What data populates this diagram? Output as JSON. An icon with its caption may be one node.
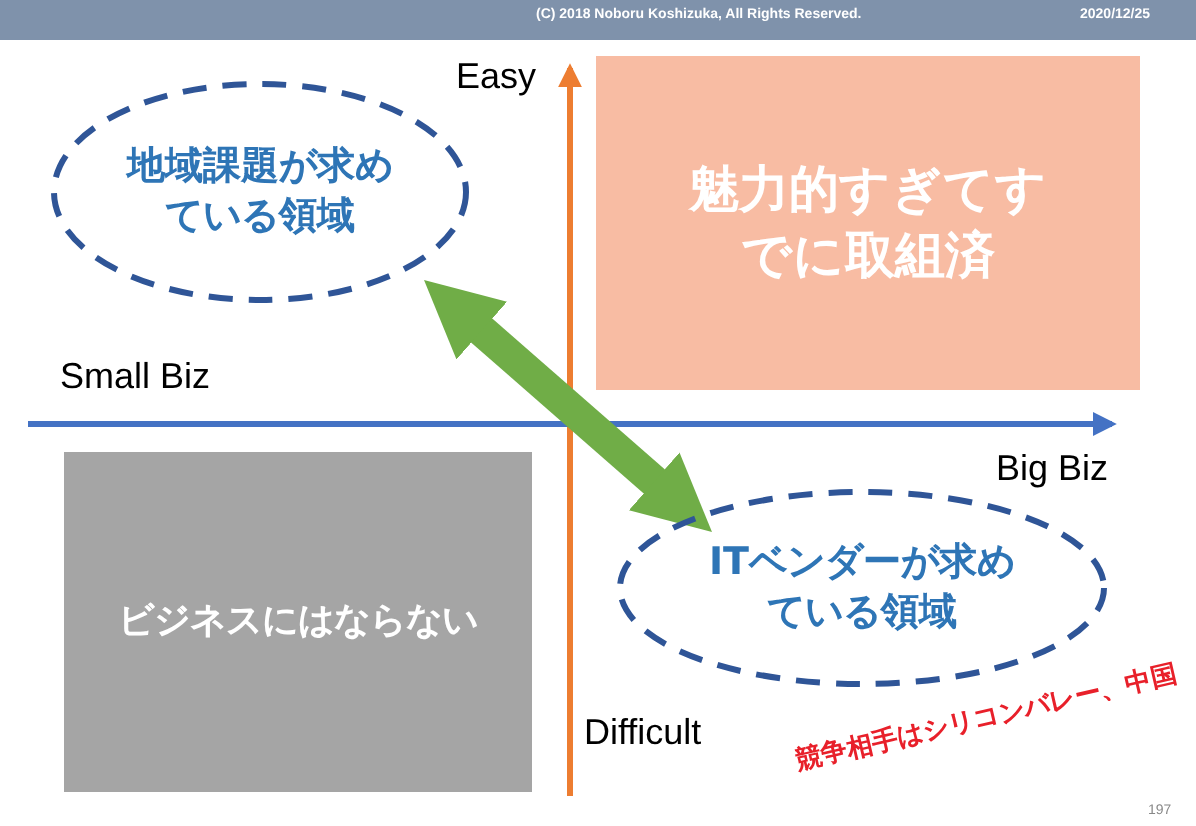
{
  "diagram": {
    "nodes": [
      {
        "text": [
          "地域課題が求めている領域"
        ]
      },
      {
        "text": [
          "魅力的すぎてすでに取組済"
        ]
      },
      {
        "text": [
          "ビジネスにはならない"
        ]
      },
      {
        "text": [
          "ITベンダーが求めている領域"
        ]
      }
    ],
    "edges": [
      {
        "from": 0,
        "to": 3,
        "arrow": "both",
        "color": "#70ad47"
      }
    ],
    "labels": [
      "(C) 2018 Noboru Koshizuka, All Rights Reserved.",
      "2020/12/25",
      "Easy",
      "Small Biz",
      "Big Biz",
      "Difficult",
      "競争相手はシリコンバレー、中国",
      "197"
    ]
  }
}
